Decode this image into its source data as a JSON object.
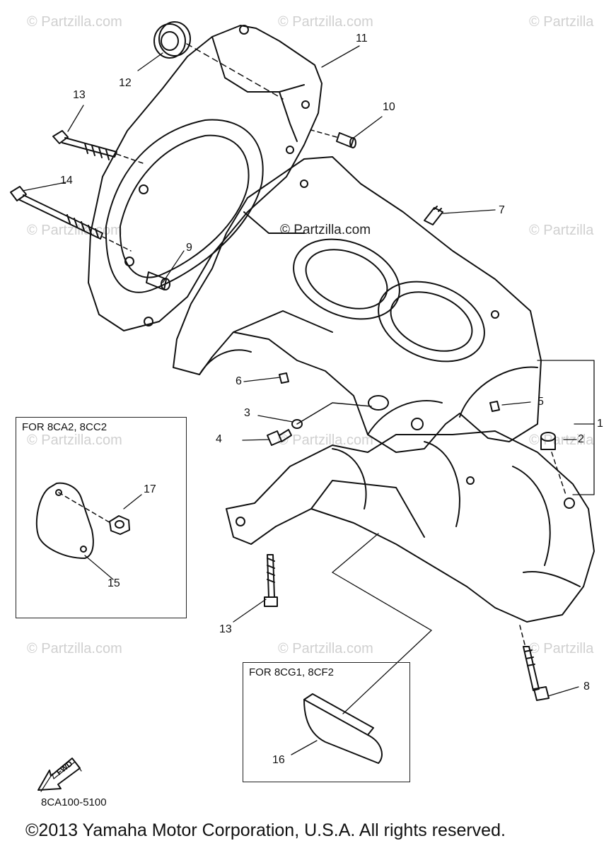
{
  "watermarks": {
    "text": "© Partzilla.com",
    "side_text": "© Partzilla",
    "center_text": "© Partzilla.com"
  },
  "callouts": {
    "c1": "1",
    "c2": "2",
    "c3": "3",
    "c4": "4",
    "c5": "5",
    "c6": "6",
    "c7": "7",
    "c8": "8",
    "c9": "9",
    "c10": "10",
    "c11": "11",
    "c12": "12",
    "c13a": "13",
    "c13b": "13",
    "c14": "14",
    "c15": "15",
    "c16": "16",
    "c17": "17"
  },
  "boxes": {
    "left_label": "FOR 8CA2, 8CC2",
    "bottom_label": "FOR 8CG1, 8CF2"
  },
  "fwd_label": "FWD",
  "diagram_code": "8CA100-5100",
  "copyright": "©2013 Yamaha Motor Corporation, U.S.A. All rights reserved."
}
